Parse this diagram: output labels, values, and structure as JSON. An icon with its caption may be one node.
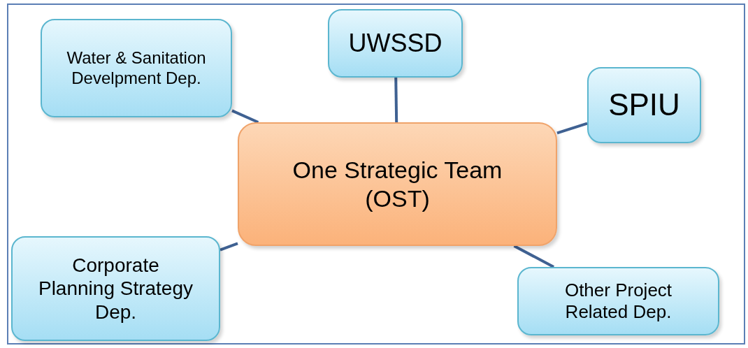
{
  "diagram": {
    "nodes": [
      {
        "text": [
          "One Strategic Team (OST)"
        ]
      },
      {
        "text": [
          "Water & Sanitation Develpment Dep."
        ]
      },
      {
        "text": [
          "UWSSD"
        ]
      },
      {
        "text": [
          "SPIU"
        ]
      },
      {
        "text": [
          "Corporate Planning Strategy Dep."
        ]
      },
      {
        "text": [
          "Other Project Related Dep."
        ]
      }
    ],
    "edges": [
      {
        "from": 0,
        "to": 1,
        "arrow": "none"
      },
      {
        "from": 0,
        "to": 2,
        "arrow": "none"
      },
      {
        "from": 0,
        "to": 3,
        "arrow": "none"
      },
      {
        "from": 0,
        "to": 4,
        "arrow": "none"
      },
      {
        "from": 0,
        "to": 5,
        "arrow": "none"
      }
    ]
  }
}
